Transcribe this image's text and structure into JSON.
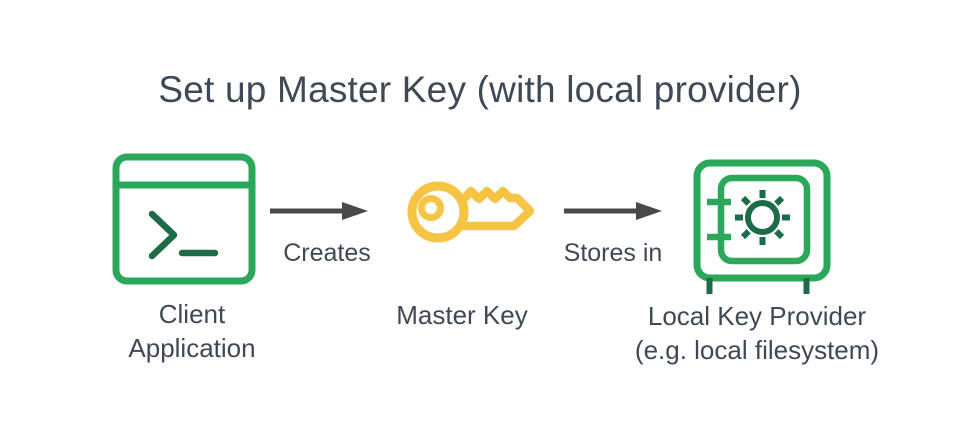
{
  "diagram": {
    "title": "Set up Master Key (with local provider)",
    "background": "#ffffff",
    "colors": {
      "green": "#2aa758",
      "dark_green": "#1e6b48",
      "yellow": "#f6c445",
      "text": "#3f4956",
      "arrow": "#47494c",
      "background": "#ffffff"
    },
    "nodes": [
      {
        "id": "client-application",
        "icon": "terminal-window-icon",
        "label_lines": [
          "Client",
          "Application"
        ]
      },
      {
        "id": "master-key",
        "icon": "key-icon",
        "label_lines": [
          "Master Key"
        ]
      },
      {
        "id": "local-key-provider",
        "icon": "safe-icon",
        "label_lines": [
          "Local Key Provider",
          "(e.g. local filesystem)"
        ]
      }
    ],
    "edges": [
      {
        "from": "client-application",
        "to": "master-key",
        "label": "Creates"
      },
      {
        "from": "master-key",
        "to": "local-key-provider",
        "label": "Stores in"
      }
    ]
  }
}
